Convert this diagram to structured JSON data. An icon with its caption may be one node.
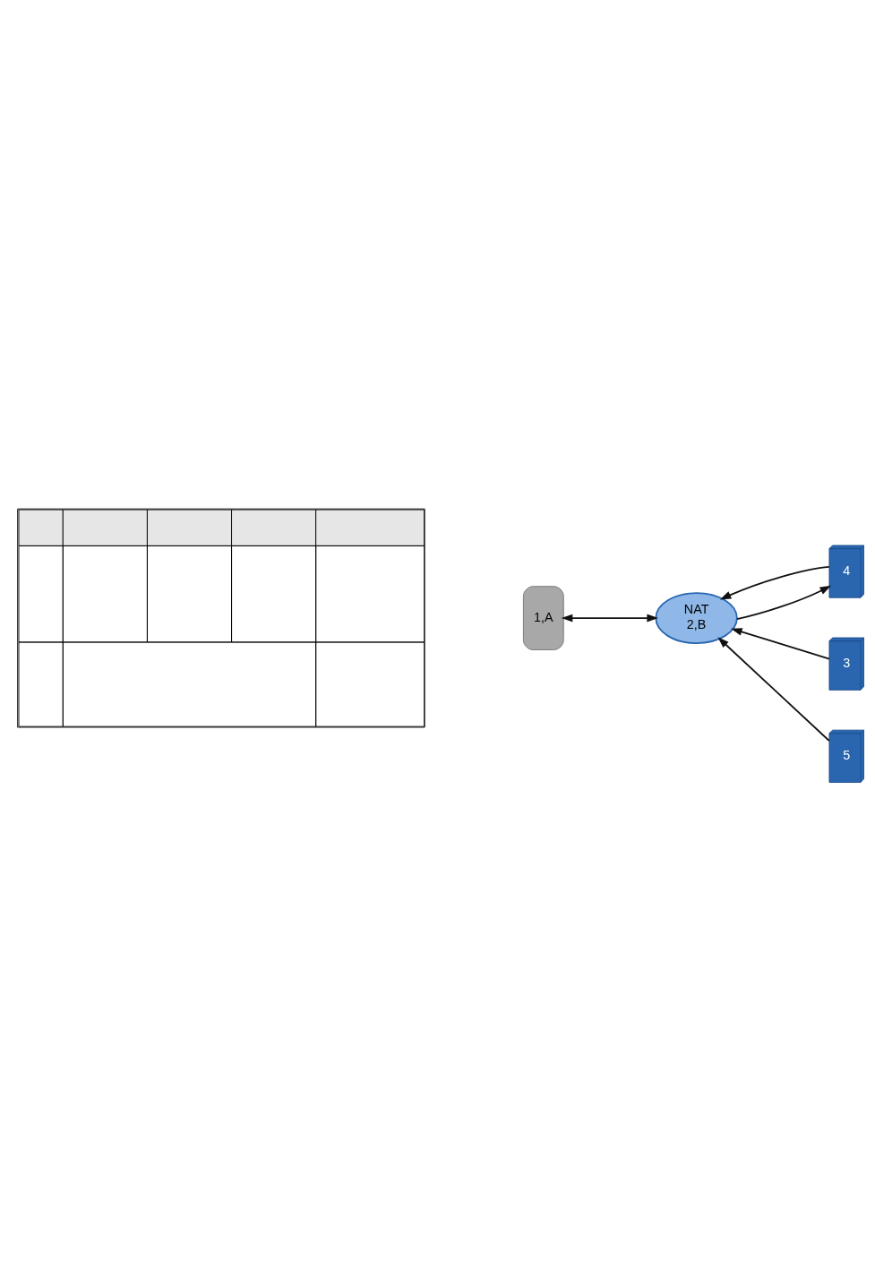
{
  "diagram": {
    "nodes": [
      {
        "text": [],
        "shape": "box"
      },
      {
        "text": [
          "1,A"
        ]
      },
      {
        "text": [
          "NAT",
          "2,B"
        ]
      },
      {
        "text": [
          "3"
        ]
      },
      {
        "text": [
          "4"
        ]
      },
      {
        "text": [
          "5"
        ]
      }
    ],
    "edges": [
      {
        "from": 1,
        "to": 2,
        "arrow": "both"
      },
      {
        "from": 3,
        "to": 2,
        "arrow": "to"
      },
      {
        "from": 4,
        "to": 2,
        "arrow": "to"
      },
      {
        "from": 2,
        "to": 4,
        "arrow": "to"
      },
      {
        "from": 5,
        "to": 2,
        "arrow": "to"
      }
    ]
  }
}
